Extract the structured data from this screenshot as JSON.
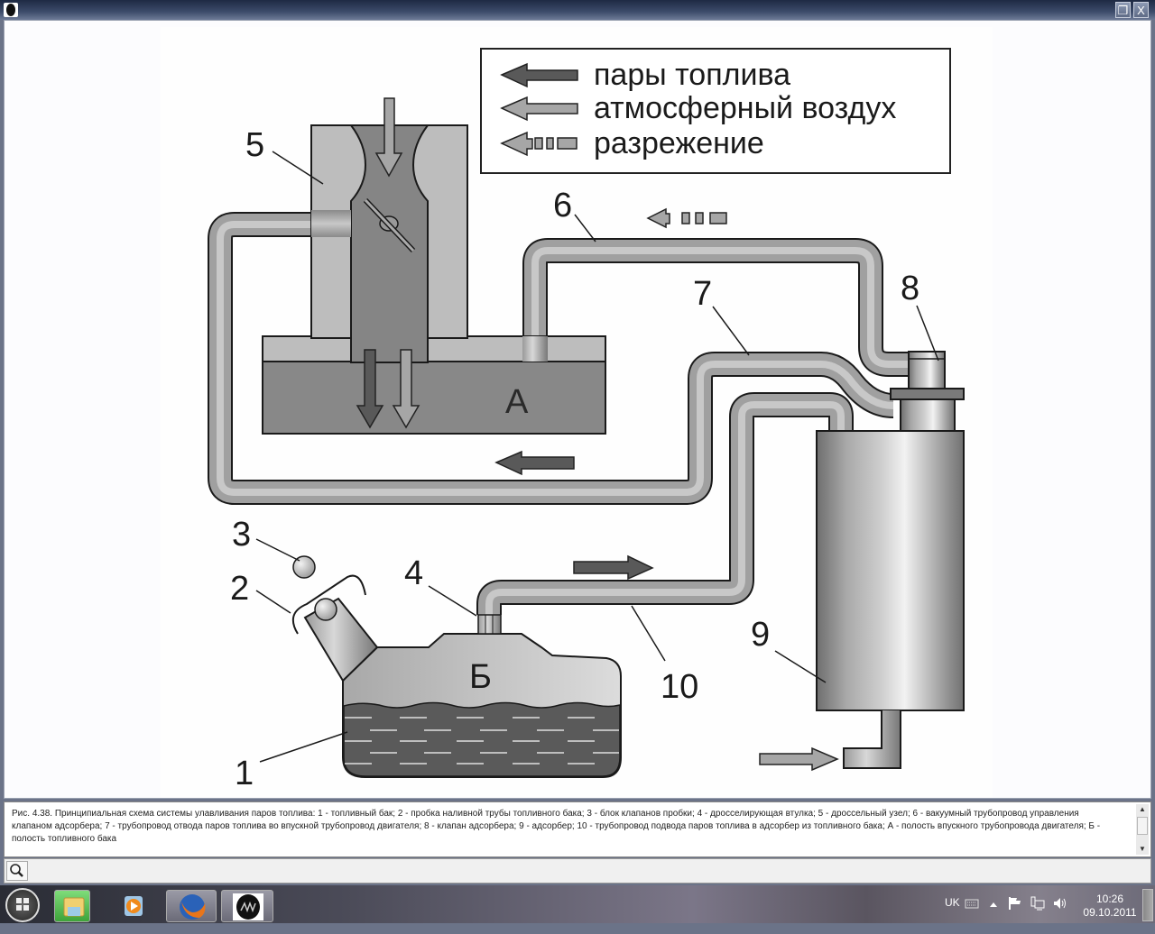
{
  "window": {
    "app_icon": "dejavu-logo-icon",
    "restore_label": "❐",
    "close_label": "X"
  },
  "diagram": {
    "legend": {
      "items": [
        {
          "label": "пары топлива",
          "style": "solid-dark",
          "color": "#595959"
        },
        {
          "label": "атмосферный воздух",
          "style": "solid-light",
          "color": "#a6a6a6"
        },
        {
          "label": "разрежение",
          "style": "dashed",
          "color": "#a6a6a6"
        }
      ]
    },
    "callouts": [
      "1",
      "2",
      "3",
      "4",
      "5",
      "6",
      "7",
      "8",
      "9",
      "10"
    ],
    "regions": {
      "a": "А",
      "b": "Б"
    },
    "colors": {
      "fuel_vapor": "#595959",
      "air": "#a6a6a6",
      "pipe": "#a0a0a0",
      "liquid": "#5a5a5a",
      "outline": "#1a1a1a"
    }
  },
  "caption": {
    "text": "Рис. 4.38. Принципиальная схема системы улавливания паров топлива: 1 - топливный бак; 2 - пробка наливной трубы топливного бака; 3 - блок клапанов пробки; 4 - дросселирующая втулка; 5 - дроссельный узел; 6 - вакуумный трубопровод управления клапаном адсорбера; 7 - трубопровод отвода паров топлива во впускной трубопровод двигателя; 8 - клапан адсорбера; 9 - адсорбер; 10 - трубопровод подвода паров топлива в адсорбер из топливного бака; А - полость впускного трубопровода двигателя; Б - полость топливного бака"
  },
  "toolbar": {
    "search_icon": "magnifier-icon"
  },
  "taskbar": {
    "apps": [
      {
        "name": "windows-explorer",
        "icon": "folder-icon"
      },
      {
        "name": "windows-media-player",
        "icon": "media-player-icon"
      },
      {
        "name": "firefox",
        "icon": "firefox-icon"
      },
      {
        "name": "djvu-viewer",
        "icon": "dejavu-logo-icon"
      }
    ],
    "language": "UK",
    "time": "10:26",
    "date": "09.10.2011"
  }
}
